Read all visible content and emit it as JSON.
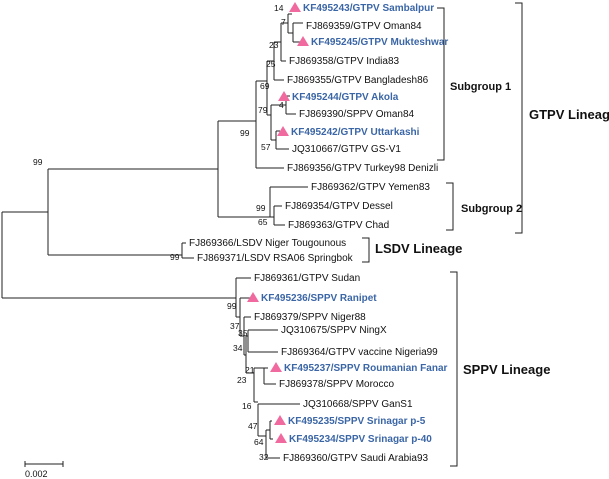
{
  "accent_color": "#3b66a6",
  "marker_color": "#f06aa0",
  "leaves": [
    {
      "label": "KF495243/GTPV Sambalpur",
      "highlight": true
    },
    {
      "label": "FJ869359/GTPV Oman84",
      "highlight": false
    },
    {
      "label": "KF495245/GTPV Mukteshwar",
      "highlight": true
    },
    {
      "label": "FJ869358/GTPV India83",
      "highlight": false
    },
    {
      "label": "FJ869355/GTPV Bangladesh86",
      "highlight": false
    },
    {
      "label": "KF495244/GTPV Akola",
      "highlight": true
    },
    {
      "label": "FJ869390/SPPV Oman84",
      "highlight": false
    },
    {
      "label": "KF495242/GTPV Uttarkashi",
      "highlight": true
    },
    {
      "label": "JQ310667/GTPV GS-V1",
      "highlight": false
    },
    {
      "label": "FJ869356/GTPV Turkey98 Denizli",
      "highlight": false
    },
    {
      "label": "FJ869362/GTPV Yemen83",
      "highlight": false
    },
    {
      "label": "FJ869354/GTPV Dessel",
      "highlight": false
    },
    {
      "label": "FJ869363/GTPV Chad",
      "highlight": false
    },
    {
      "label": "FJ869366/LSDV Niger Tougounous",
      "highlight": false
    },
    {
      "label": "FJ869371/LSDV RSA06 Springbok",
      "highlight": false
    },
    {
      "label": "FJ869361/GTPV Sudan",
      "highlight": false
    },
    {
      "label": "KF495236/SPPV Ranipet",
      "highlight": true
    },
    {
      "label": "FJ869379/SPPV Niger88",
      "highlight": false
    },
    {
      "label": "JQ310675/SPPV NingX",
      "highlight": false
    },
    {
      "label": "FJ869364/GTPV vaccine Nigeria99",
      "highlight": false
    },
    {
      "label": "KF495237/SPPV Roumanian Fanar",
      "highlight": true
    },
    {
      "label": "FJ869378/SPPV Morocco",
      "highlight": false
    },
    {
      "label": "JQ310668/SPPV GanS1",
      "highlight": false
    },
    {
      "label": "KF495235/SPPV Srinagar p-5",
      "highlight": true
    },
    {
      "label": "KF495234/SPPV Srinagar p-40",
      "highlight": true
    },
    {
      "label": "FJ869360/GTPV Saudi Arabia93",
      "highlight": false
    }
  ],
  "bootstrap": [
    {
      "value": "14"
    },
    {
      "value": "7"
    },
    {
      "value": "23"
    },
    {
      "value": "25"
    },
    {
      "value": "69"
    },
    {
      "value": "79"
    },
    {
      "value": "4"
    },
    {
      "value": "57"
    },
    {
      "value": "99"
    },
    {
      "value": "99"
    },
    {
      "value": "99"
    },
    {
      "value": "65"
    },
    {
      "value": "99"
    },
    {
      "value": "99"
    },
    {
      "value": "37"
    },
    {
      "value": "35"
    },
    {
      "value": "34"
    },
    {
      "value": "21"
    },
    {
      "value": "23"
    },
    {
      "value": "16"
    },
    {
      "value": "47"
    },
    {
      "value": "64"
    },
    {
      "value": "32"
    }
  ],
  "subgroups": [
    "Subgroup 1",
    "Subgroup 2"
  ],
  "lineages": [
    "GTPV Lineage",
    "LSDV Lineage",
    "SPPV Lineage"
  ],
  "scale_label": "0.002"
}
